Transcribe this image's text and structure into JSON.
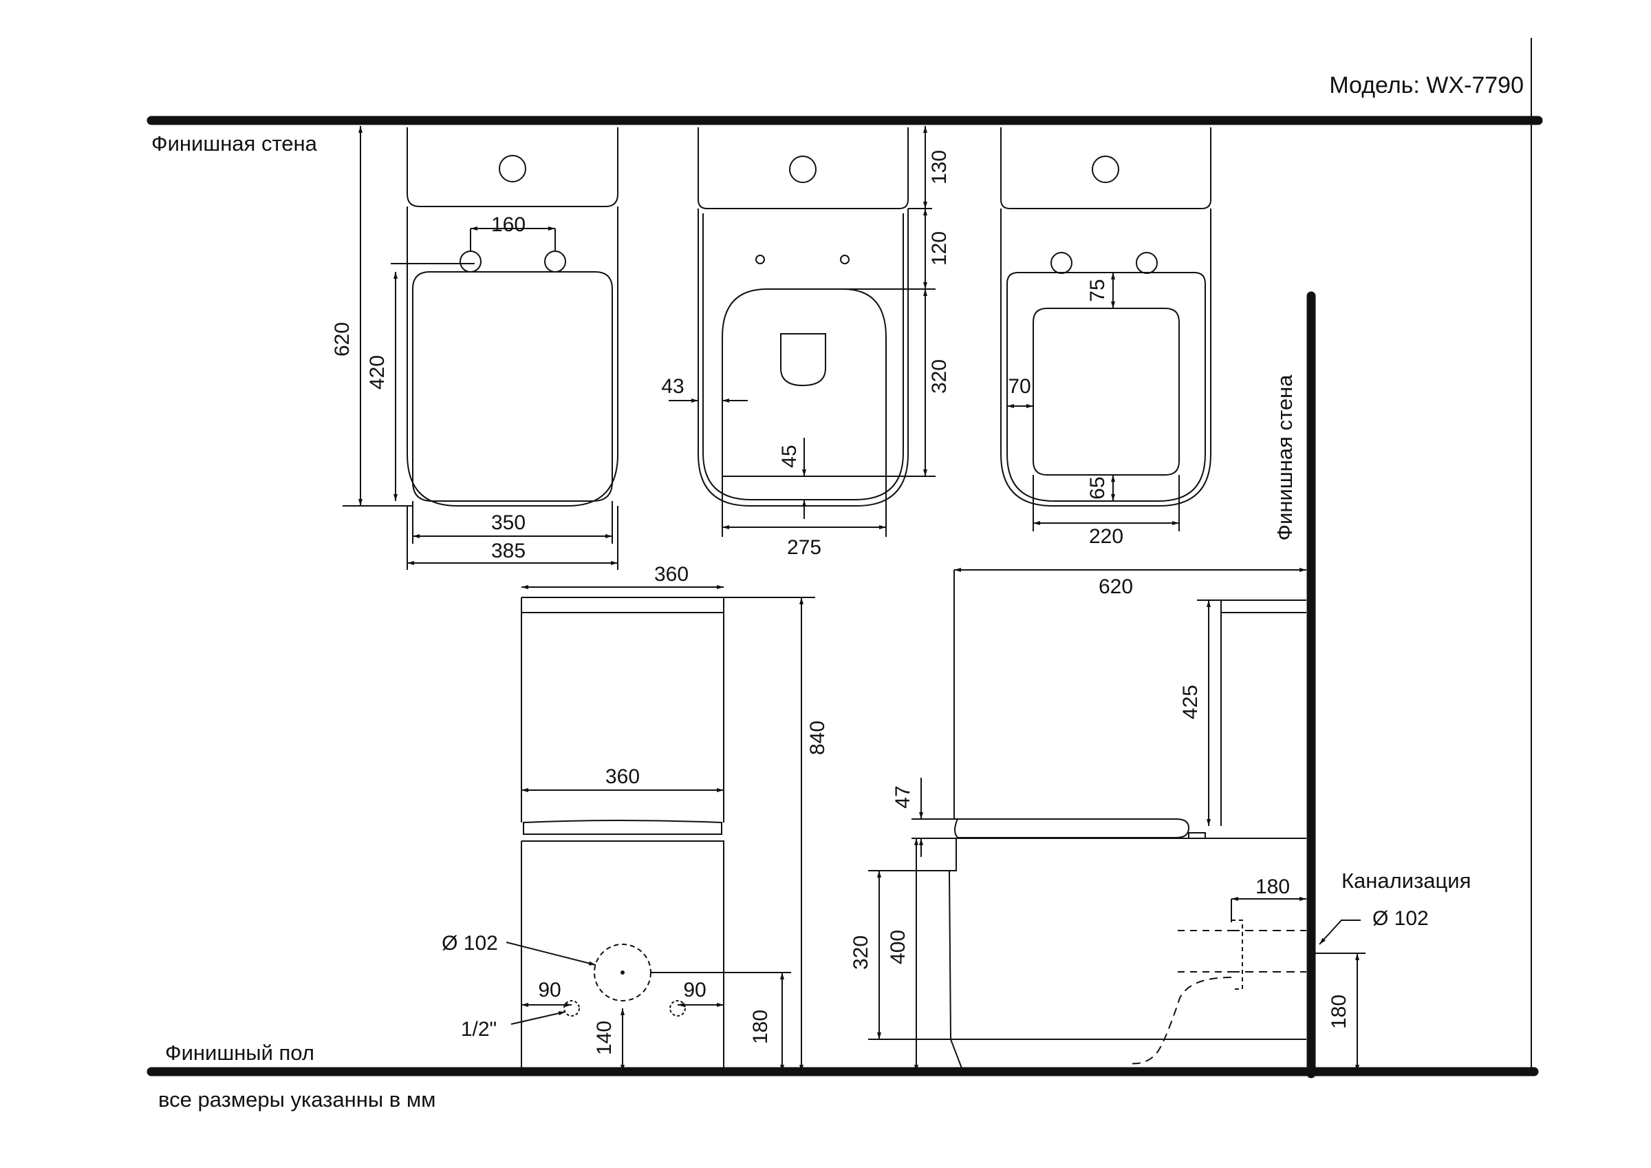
{
  "header": {
    "model": "Модель: WX-7790"
  },
  "captions": {
    "wall_top": "Финишная стена",
    "wall_right": "Финишная стена",
    "floor": "Финишный пол",
    "footnote": "все размеры указанны в мм",
    "sewer": "Канализация"
  },
  "top_view_1": {
    "dims": {
      "depth": "620",
      "seat_len": "420",
      "hinge_spacing": "160",
      "seat_width": "350",
      "body_width": "385"
    }
  },
  "top_view_2": {
    "dims": {
      "tank": "130",
      "gap": "120",
      "bowl_depth": "320",
      "rim": "43",
      "front": "45",
      "opening_width": "275"
    }
  },
  "top_view_3": {
    "dims": {
      "back": "75",
      "side": "70",
      "front": "65",
      "inner_width": "220"
    }
  },
  "front_view": {
    "dims": {
      "top_width": "360",
      "seat_width": "360",
      "height": "840",
      "outlet_dia": "Ø 102",
      "left_offset": "90",
      "right_offset": "90",
      "inlet": "1/2\"",
      "inlet_height": "140",
      "outlet_height": "180"
    }
  },
  "side_view": {
    "dims": {
      "depth": "620",
      "tank_height": "425",
      "seat_thickness": "47",
      "seat_height": "400",
      "bowl_height": "320",
      "sewer_offset": "180",
      "sewer_dia": "Ø 102",
      "sewer_height": "180"
    }
  }
}
